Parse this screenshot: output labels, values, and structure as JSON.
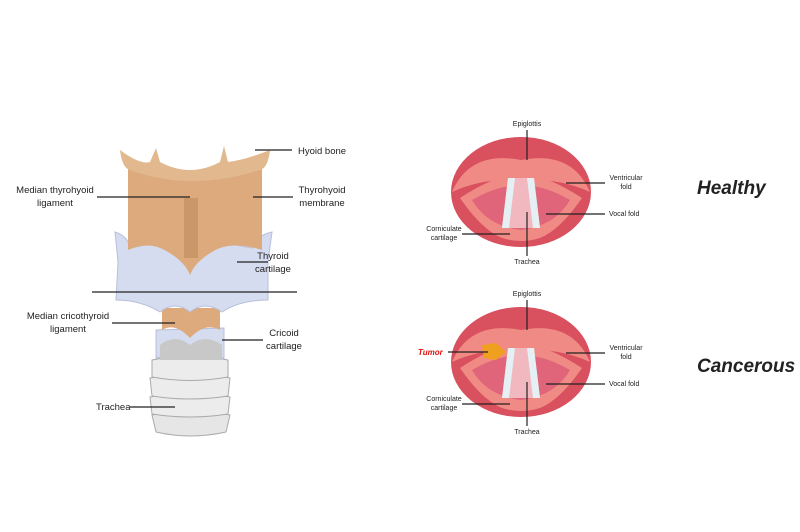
{
  "larynx": {
    "hyoid_bone": "Hyoid bone",
    "median_thyrohyoid": [
      "Median thyrohyoid",
      "ligament"
    ],
    "thyrohyoid_membrane": [
      "Thyrohyoid",
      "membrane"
    ],
    "thyroid_cartilage": [
      "Thyroid",
      "cartilage"
    ],
    "median_cricothyroid": [
      "Median cricothyroid",
      "ligament"
    ],
    "cricoid_cartilage": [
      "Cricoid",
      "cartilage"
    ],
    "trachea": "Trachea"
  },
  "healthy": {
    "title": "Healthy",
    "epiglottis": "Epiglottis",
    "ventricular_fold": [
      "Ventricular",
      "fold"
    ],
    "vocal_fold": "Vocal fold",
    "corniculate": [
      "Corniculate",
      "cartilage"
    ],
    "trachea": "Trachea"
  },
  "cancerous": {
    "title": "Cancerous",
    "tumor": "Tumor",
    "epiglottis": "Epiglottis",
    "ventricular_fold": [
      "Ventricular",
      "fold"
    ],
    "vocal_fold": "Vocal fold",
    "corniculate": [
      "Corniculate",
      "cartilage"
    ],
    "trachea": "Trachea"
  },
  "colors": {
    "tan": "#dcaa7d",
    "cartilage": "#d6dcef",
    "mucosa": "#d9505f",
    "tumor": "#f0a020",
    "tumor_label": "#e01010"
  }
}
